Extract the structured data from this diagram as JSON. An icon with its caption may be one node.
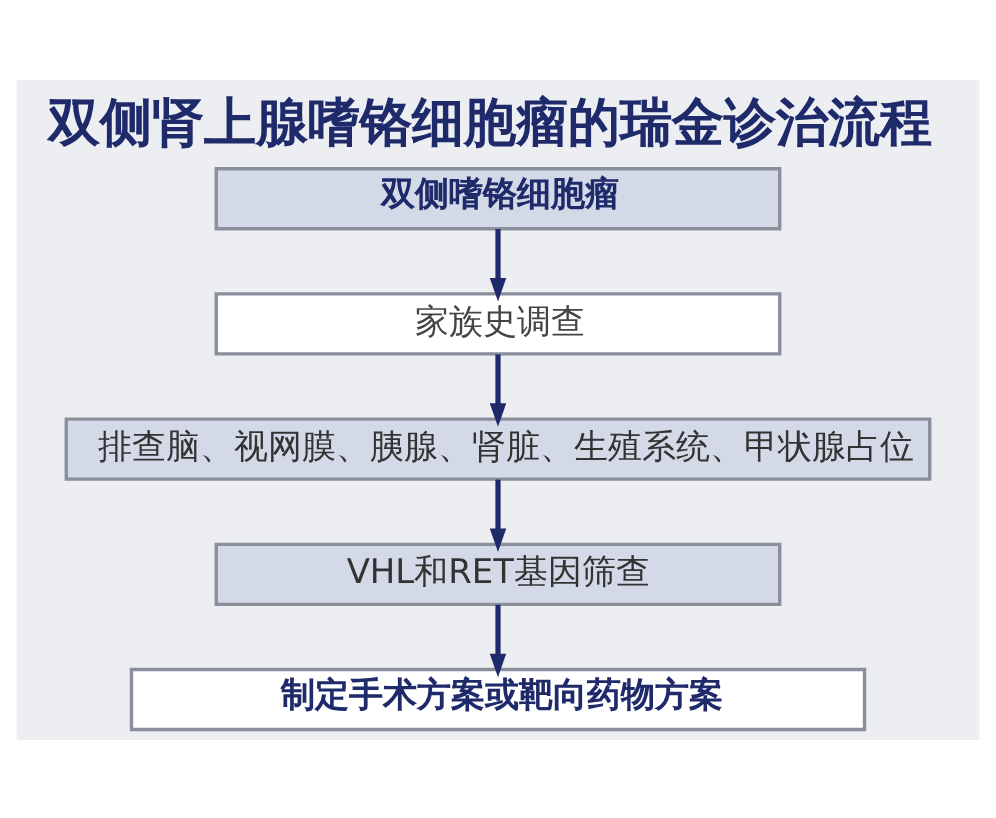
{
  "diagram": {
    "title": "双侧肾上腺嗜铬细胞瘤的瑞金诊治流程",
    "nodes": [
      {
        "text": [
          "双侧嗜铬细胞瘤"
        ]
      },
      {
        "text": [
          "家族史调查"
        ]
      },
      {
        "text": [
          "排查脑、视网膜、胰腺、肾脏、生殖系统、甲状腺占位"
        ]
      },
      {
        "text": [
          "VHL和RET基因筛查"
        ]
      },
      {
        "text": [
          "制定手术方案或靶向药物方案"
        ]
      }
    ],
    "edges": [
      {
        "from": 0,
        "to": 1,
        "arrow": "to"
      },
      {
        "from": 1,
        "to": 2,
        "arrow": "to"
      },
      {
        "from": 2,
        "to": 3,
        "arrow": "to"
      },
      {
        "from": 3,
        "to": 4,
        "arrow": "to"
      }
    ]
  }
}
